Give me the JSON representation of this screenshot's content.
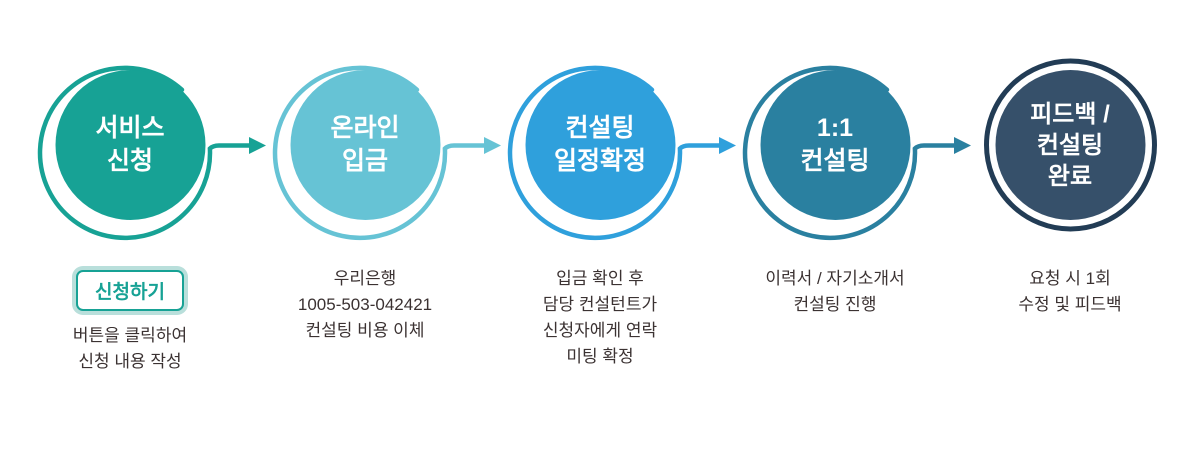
{
  "colors": {
    "background": "#ffffff",
    "body_text": "#3b3232",
    "circle_text": "#ffffff",
    "button_text": "#17a295",
    "button_border": "#17a295",
    "button_glow": "#b9dfdb"
  },
  "steps": [
    {
      "label_lines": [
        "서비스",
        "신청"
      ],
      "fill_color": "#17a295",
      "ring_color": "#17a295",
      "arrow_color": "#17a295",
      "button_label": "신청하기",
      "description_lines": [
        "버튼을 클릭하여",
        "신청 내용 작성"
      ]
    },
    {
      "label_lines": [
        "온라인",
        "입금"
      ],
      "fill_color": "#66c3d5",
      "ring_color": "#66c3d5",
      "arrow_color": "#66c3d5",
      "description_lines": [
        "우리은행",
        "1005-503-042421",
        "컨설팅 비용 이체"
      ]
    },
    {
      "label_lines": [
        "컨설팅",
        "일정확정"
      ],
      "fill_color": "#2fa0dc",
      "ring_color": "#2fa0dc",
      "arrow_color": "#2fa0dc",
      "description_lines": [
        "입금 확인 후",
        "담당 컨설턴트가",
        "신청자에게 연락",
        "미팅 확정"
      ]
    },
    {
      "label_lines": [
        "1:1",
        "컨설팅"
      ],
      "fill_color": "#2a80a0",
      "ring_color": "#2a80a0",
      "arrow_color": "#2a80a0",
      "description_lines": [
        "이력서 / 자기소개서",
        "컨설팅 진행"
      ]
    },
    {
      "label_lines": [
        "피드백 /",
        "컨설팅",
        "완료"
      ],
      "fill_color": "#36506a",
      "ring_color": "#223c55",
      "description_lines": [
        "요청 시 1회",
        "수정 및 피드백"
      ]
    }
  ]
}
